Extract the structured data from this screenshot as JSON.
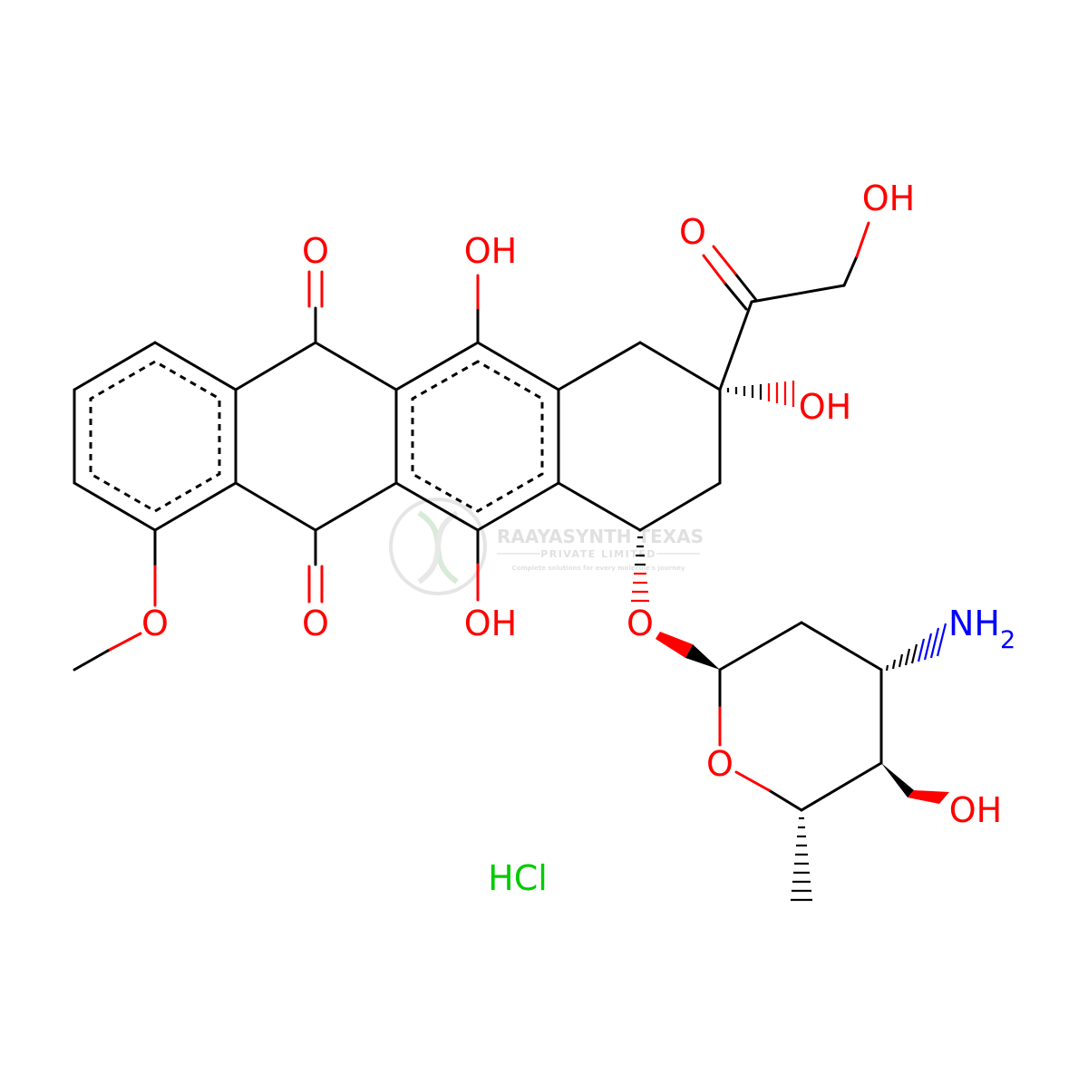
{
  "colors": {
    "bond": "#000000",
    "oxygen": "#ff0000",
    "nitrogen": "#0000ff",
    "chlorine": "#00cc00",
    "watermark": "#c8c8c8"
  },
  "atom_labels": {
    "o_quinone_top": "O",
    "oh_c11": "OH",
    "o_ketone": "O",
    "oh_terminal": "OH",
    "oh_c9": "OH",
    "o_methoxy": "O",
    "o_quinone_bottom": "O",
    "oh_c6": "OH",
    "o_glycosidic": "O",
    "nh2_main": "NH",
    "nh2_sub": "2",
    "o_ring": "O",
    "oh_sugar": "OH"
  },
  "salt_label": "HCl",
  "watermark": {
    "title": "RAAYASYNTH TEXAS",
    "subtitle": "PRIVATE LIMITED",
    "tagline": "Complete solutions for every molecule's journey"
  }
}
